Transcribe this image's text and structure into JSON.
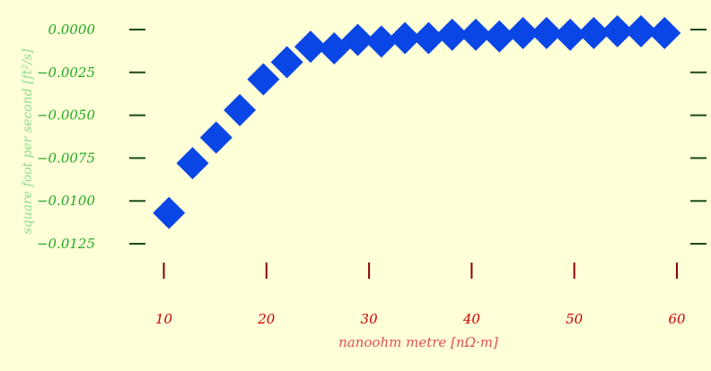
{
  "chart_data": {
    "type": "scatter",
    "title": "",
    "xlabel": "nanoohm metre [nΩ·m]",
    "ylabel": "square foot per second [ft²/s]",
    "xlim": [
      8,
      60
    ],
    "ylim": [
      -0.0138,
      0.0003
    ],
    "xticks": [
      10,
      20,
      30,
      40,
      50,
      60
    ],
    "xtick_labels": [
      "10",
      "20",
      "30",
      "40",
      "50",
      "60"
    ],
    "yticks": [
      0.0,
      -0.0025,
      -0.005,
      -0.0075,
      -0.01,
      -0.0125
    ],
    "ytick_labels": [
      "0.0000",
      "−0.0025",
      "−0.0050",
      "−0.0075",
      "−0.0100",
      "−0.0125"
    ],
    "grid": false,
    "legend": "none",
    "marker": "diamond",
    "colors": {
      "background": "#ffffd8",
      "marker": "#0a46e6",
      "x_tick": "#cc0000",
      "x_label": "#e05050",
      "y_tick": "#22aa22",
      "y_label": "#8edc8e",
      "y_tick_mark": "#1a4a1a",
      "x_tick_mark": "#8b0000"
    },
    "series": [
      {
        "x": [
          10.5,
          12.8,
          15.1,
          17.4,
          19.7,
          22.0,
          24.3,
          26.6,
          28.9,
          31.2,
          33.5,
          35.8,
          38.1,
          40.4,
          42.7,
          45.0,
          47.3,
          49.6,
          51.9,
          54.2,
          56.5,
          58.8
        ],
        "y": [
          -0.0107,
          -0.0078,
          -0.0063,
          -0.0047,
          -0.0029,
          -0.0019,
          -0.001,
          -0.0011,
          -0.0006,
          -0.0007,
          -0.0005,
          -0.0005,
          -0.0003,
          -0.0003,
          -0.0004,
          -0.0002,
          -0.0002,
          -0.0003,
          -0.0002,
          -0.0001,
          -0.0001,
          -0.0002
        ]
      }
    ]
  }
}
